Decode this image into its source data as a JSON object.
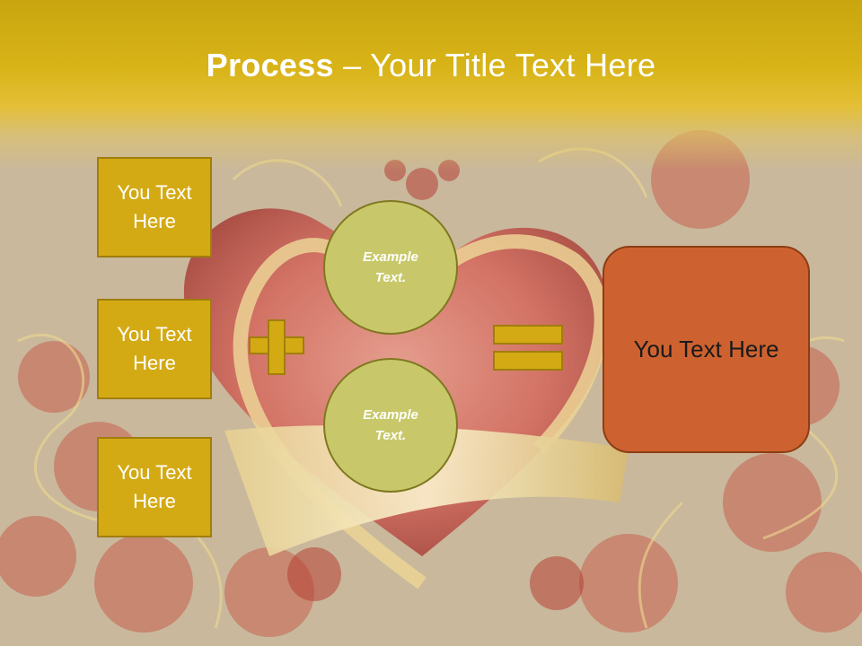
{
  "header": {
    "title_bold": "Process",
    "title_rest": " – Your Title Text Here"
  },
  "left_boxes": [
    {
      "line1": "You Text",
      "line2": "Here"
    },
    {
      "line1": "You Text",
      "line2": "Here"
    },
    {
      "line1": "You Text",
      "line2": "Here"
    }
  ],
  "circles": [
    {
      "line1": "Example",
      "line2": "Text."
    },
    {
      "line1": "Example",
      "line2": "Text."
    }
  ],
  "result_box": {
    "label": "You Text Here"
  },
  "colors": {
    "header": "#d4b01a",
    "box_fill": "#d4aa14",
    "circle_fill": "#c8c86a",
    "result_fill": "#cd6230",
    "operator_fill": "#d4aa14"
  },
  "icons": [
    "plus-sign",
    "equals-sign"
  ]
}
